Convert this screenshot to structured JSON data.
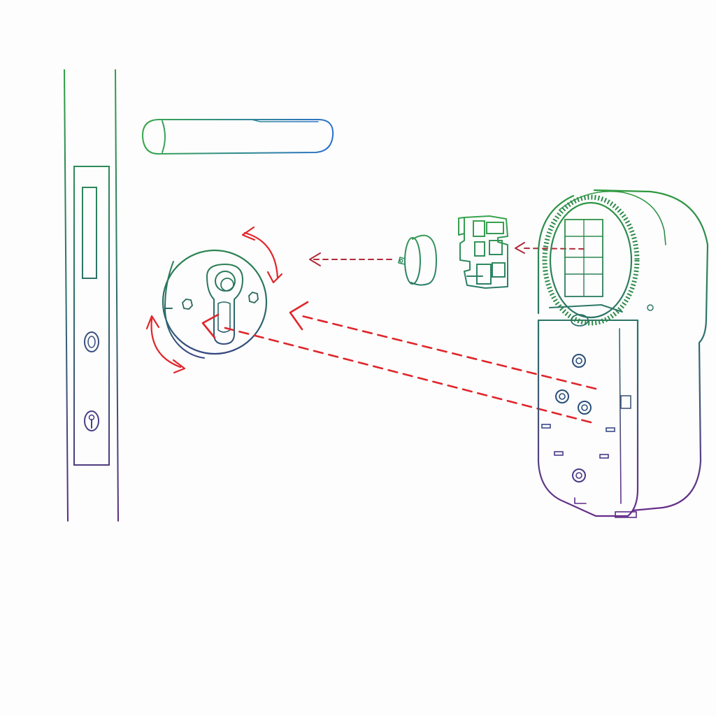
{
  "diagram": {
    "title": "",
    "components": [
      {
        "id": "door-edge",
        "icon": "door-edge-icon"
      },
      {
        "id": "door-handle",
        "icon": "lever-handle-icon"
      },
      {
        "id": "cylinder-escutcheon",
        "icon": "escutcheon-icon"
      },
      {
        "id": "thumbturn-knob",
        "icon": "thumbturn-icon"
      },
      {
        "id": "adapter-clip",
        "icon": "adapter-icon"
      },
      {
        "id": "smart-lock-body",
        "icon": "smart-lock-icon"
      }
    ],
    "arrows": [
      {
        "from": "thumbturn-knob",
        "to": "cylinder-escutcheon",
        "style": "dashed"
      },
      {
        "from": "smart-lock-body",
        "to": "adapter-clip",
        "style": "dashed"
      },
      {
        "from": "smart-lock-body",
        "to": "cylinder-escutcheon",
        "style": "dashed"
      },
      {
        "from": "smart-lock-body",
        "to": "cylinder-escutcheon",
        "style": "dashed"
      }
    ],
    "rotation_indicators": 2
  },
  "colors": {
    "outline_top": "#2ea043",
    "outline_mid": "#2c6e6e",
    "outline_bottom": "#5b2a86",
    "arrow_red": "#e0252b",
    "arrow_dark_red": "#b02a3a",
    "background": "#fdfdfd"
  }
}
